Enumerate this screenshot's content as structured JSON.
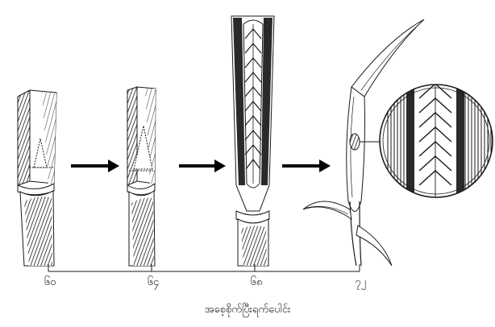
{
  "stages": [
    {
      "id": "stage-1",
      "day_label": "၆၀"
    },
    {
      "id": "stage-2",
      "day_label": "၆၄"
    },
    {
      "id": "stage-3",
      "day_label": "၆၈"
    },
    {
      "id": "stage-4",
      "day_label": "၇၂"
    }
  ],
  "timeline_caption": "အစေ့စိုက်ပြီးရက်ပေါင်း",
  "colors": {
    "ink": "#1a1a1a",
    "paper": "#ffffff",
    "shade": "#3a3a3a"
  }
}
